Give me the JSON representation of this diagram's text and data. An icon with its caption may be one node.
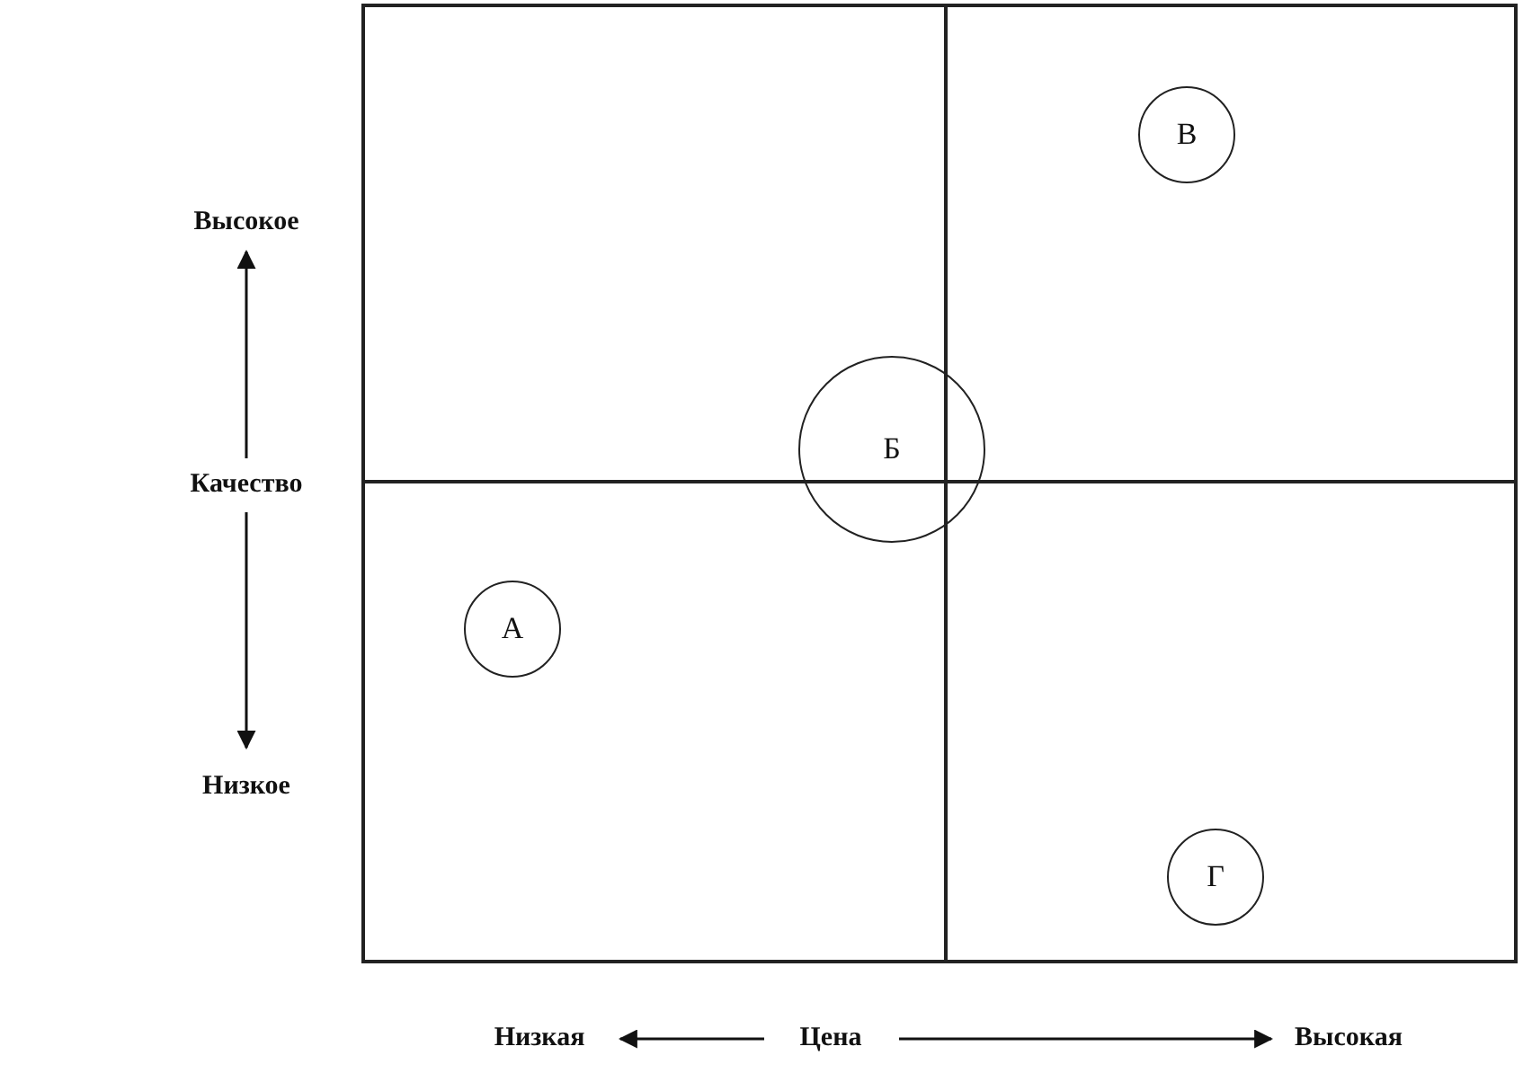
{
  "diagram": {
    "nodes": [
      {
        "text": [
          "В"
        ]
      },
      {
        "text": [
          "Б"
        ]
      },
      {
        "text": [
          "А"
        ]
      },
      {
        "text": [
          "Г"
        ]
      }
    ],
    "labels": [
      "Высокое",
      "Качество",
      "Низкое",
      "Низкая",
      "Цена",
      "Высокая"
    ]
  }
}
